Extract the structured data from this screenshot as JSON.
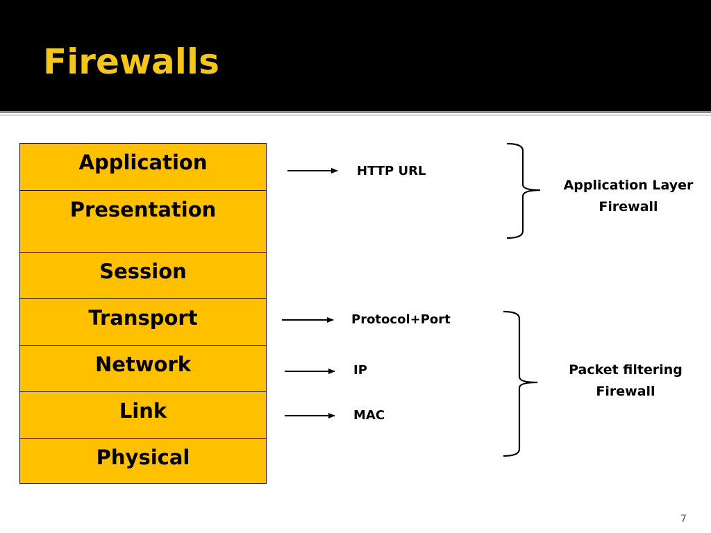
{
  "slide": {
    "title": "Firewalls",
    "page_number": "7"
  },
  "layers": [
    {
      "name": "Application"
    },
    {
      "name": "Presentation"
    },
    {
      "name": "Session"
    },
    {
      "name": "Transport"
    },
    {
      "name": "Network"
    },
    {
      "name": "Link"
    },
    {
      "name": "Physical"
    }
  ],
  "mappings": [
    {
      "label": "HTTP URL"
    },
    {
      "label": "Protocol+Port"
    },
    {
      "label": "IP"
    },
    {
      "label": "MAC"
    }
  ],
  "groups": [
    {
      "line1": "Application Layer",
      "line2": "Firewall"
    },
    {
      "line1": "Packet filtering",
      "line2": "Firewall"
    }
  ],
  "colors": {
    "header_background": "#000000",
    "title": "#f5c61a",
    "layer_fill": "#ffc000"
  }
}
